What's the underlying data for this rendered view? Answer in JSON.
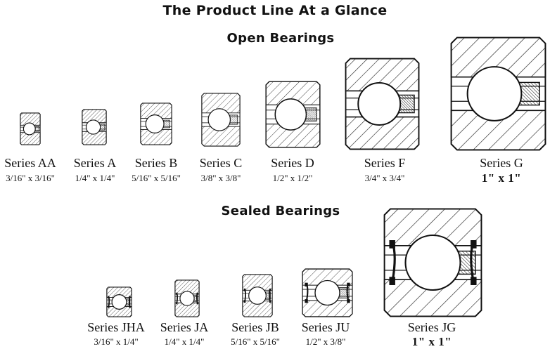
{
  "page": {
    "title": "The Product Line At a Glance"
  },
  "sections": {
    "open": {
      "heading": "Open Bearings",
      "items": [
        {
          "name": "Series AA",
          "size": "3/16\" x 3/16\""
        },
        {
          "name": "Series A",
          "size": "1/4\" x 1/4\""
        },
        {
          "name": "Series B",
          "size": "5/16\" x 5/16\""
        },
        {
          "name": "Series C",
          "size": "3/8\" x 3/8\""
        },
        {
          "name": "Series D",
          "size": "1/2\" x 1/2\""
        },
        {
          "name": "Series F",
          "size": "3/4\" x 3/4\""
        },
        {
          "name": "Series G",
          "size": "1\" x 1\""
        }
      ]
    },
    "sealed": {
      "heading": "Sealed Bearings",
      "items": [
        {
          "name": "Series JHA",
          "size": "3/16\" x 1/4\""
        },
        {
          "name": "Series JA",
          "size": "1/4\" x 1/4\""
        },
        {
          "name": "Series JB",
          "size": "5/16\" x 5/16\""
        },
        {
          "name": "Series JU",
          "size": "1/2\" x 3/8\""
        },
        {
          "name": "Series JG",
          "size": "1\" x 1\""
        }
      ]
    }
  }
}
